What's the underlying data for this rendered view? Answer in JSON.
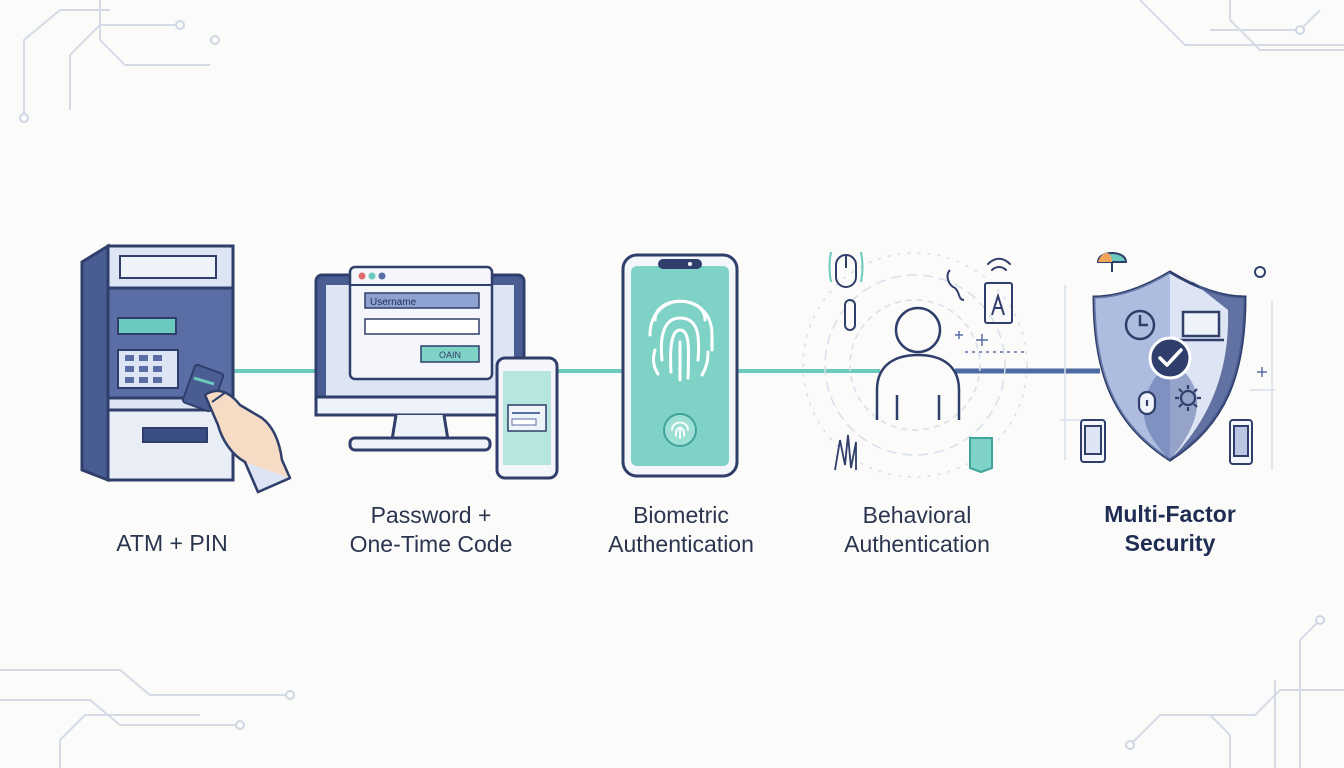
{
  "stages": [
    {
      "id": "atm",
      "lines": [
        "ATM + PIN"
      ],
      "emphasis": false
    },
    {
      "id": "password-otp",
      "lines": [
        "Password +",
        "One-Time Code"
      ],
      "emphasis": false
    },
    {
      "id": "biometric",
      "lines": [
        "Biometric",
        "Authentication"
      ],
      "emphasis": false
    },
    {
      "id": "behavioral",
      "lines": [
        "Behavioral",
        "Authentication"
      ],
      "emphasis": false
    },
    {
      "id": "mfa",
      "lines": [
        "Multi-Factor",
        "Security"
      ],
      "emphasis": true
    }
  ],
  "login_form": {
    "username_label": "Username",
    "button_label": "OAIN"
  },
  "colors": {
    "navy": "#2f3e6b",
    "slate_blue": "#5a6ea5",
    "light_blue": "#dde4f3",
    "teal": "#6cc9bd",
    "teal_dark": "#3fa59a",
    "line_blue": "#4d6aa3",
    "skin": "#f6dcc4",
    "circuit": "#cdd5e3",
    "background": "#fbfbf9"
  },
  "icons": [
    "atm-icon",
    "card-icon",
    "hand-icon",
    "monitor-icon",
    "smartphone-icon",
    "fingerprint-icon",
    "person-icon",
    "mouse-icon",
    "signal-icon",
    "shield-icon",
    "checkmark-icon",
    "gear-icon",
    "lock-icon",
    "clock-icon",
    "umbrella-icon"
  ]
}
